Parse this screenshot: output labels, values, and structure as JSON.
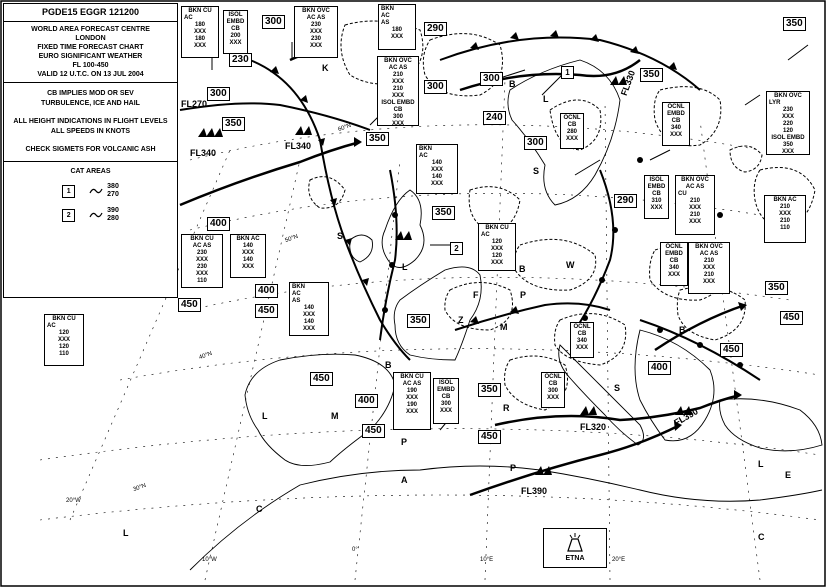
{
  "header": {
    "code": "PGDE15 EGGR 121200",
    "issuer_lines": [
      "WORLD AREA FORECAST CENTRE",
      "LONDON",
      "FIXED TIME FORECAST CHART",
      "EURO SIGNIFICANT WEATHER",
      "FL 100-450",
      "VALID 12 U.T.C. ON 13 JUL 2004"
    ],
    "cb_note_lines": [
      "CB IMPLIES MOD OR SEV",
      "TURBULENCE, ICE AND HAIL"
    ],
    "height_note_lines": [
      "ALL HEIGHT INDICATIONS IN FLIGHT LEVELS",
      "ALL SPEEDS IN KNOTS"
    ],
    "sigmet_note": "CHECK SIGMETS FOR VOLCANIC ASH"
  },
  "cat_areas": {
    "title": "CAT AREAS",
    "items": [
      {
        "id": "1",
        "top": "380",
        "base": "270"
      },
      {
        "id": "2",
        "top": "390",
        "base": "280"
      }
    ]
  },
  "tropopause_boxes": [
    "300",
    "290",
    "230",
    "300",
    "350",
    "240",
    "300",
    "300",
    "290",
    "350",
    "350",
    "400",
    "400",
    "450",
    "350",
    "450",
    "400",
    "450",
    "350",
    "450",
    "300",
    "400",
    "450",
    "450",
    "350",
    "350",
    "350",
    "450"
  ],
  "jet_labels": [
    "FL270",
    "FL340",
    "FL340",
    "FL330",
    "FL320",
    "FL390",
    "FL390"
  ],
  "pressure_centres": [
    "K",
    "B",
    "L",
    "L",
    "S",
    "B",
    "W",
    "F",
    "P",
    "Z",
    "M",
    "B",
    "L",
    "M",
    "R",
    "S",
    "S",
    "B",
    "P",
    "A",
    "C",
    "L",
    "L",
    "E",
    "C",
    "P"
  ],
  "cloud_boxes": [
    [
      "BKN CU",
      "AC",
      "180",
      "XXX",
      "180",
      "XXX"
    ],
    [
      "ISOL",
      "EMBD",
      "CB",
      "200",
      "XXX"
    ],
    [
      "BKN OVC",
      "AC AS",
      "230",
      "XXX",
      "230",
      "XXX"
    ],
    [
      "BKN",
      "AC",
      "AS",
      "180",
      "XXX"
    ],
    [
      "BKN OVC",
      "AC AS",
      "210",
      "XXX",
      "210",
      "XXX"
    ],
    [
      "ISOL EMBD",
      "CB",
      "300",
      "XXX"
    ],
    [
      "BKN",
      "AC",
      "140",
      "XXX",
      "140",
      "XXX"
    ],
    [
      "OCNL",
      "CB",
      "280",
      "XXX"
    ],
    [
      "OCNL",
      "EMBD",
      "CB",
      "340",
      "XXX"
    ],
    [
      "BKN OVC",
      "LYR",
      "230",
      "XXX",
      "220",
      "120",
      "ISOL EMBD",
      "350",
      "XXX"
    ],
    [
      "BKN CU",
      "AC AS",
      "230",
      "XXX",
      "230",
      "XXX",
      "110"
    ],
    [
      "BKN AC",
      "140",
      "XXX",
      "140",
      "XXX"
    ],
    [
      "BKN CU",
      "AC",
      "120",
      "XXX",
      "120",
      "XXX"
    ],
    [
      "ISOL",
      "EMBD",
      "CB",
      "310",
      "XXX"
    ],
    [
      "BKN OVC",
      "AC AS",
      "CU",
      "210",
      "XXX",
      "210",
      "XXX"
    ],
    [
      "BKN AC",
      "210",
      "XXX",
      "210",
      "110"
    ],
    [
      "OCNL",
      "EMBD",
      "CB",
      "340",
      "XXX"
    ],
    [
      "BKN OVC",
      "AC AS",
      "210",
      "XXX",
      "210",
      "XXX"
    ],
    [
      "BKN CU",
      "AC",
      "120",
      "XXX",
      "120",
      "110"
    ],
    [
      "BKN",
      "AC",
      "AS",
      "140",
      "XXX",
      "140",
      "XXX"
    ],
    [
      "OCNL",
      "CB",
      "340",
      "XXX"
    ],
    [
      "OCNL",
      "CB",
      "300",
      "XXX"
    ],
    [
      "BKN CU",
      "AC AS",
      "190",
      "XXX",
      "190",
      "XXX"
    ],
    [
      "ISOL",
      "EMBD",
      "CB",
      "300",
      "XXX"
    ]
  ],
  "cat_markers": [
    "1",
    "2"
  ],
  "lat_labels": [
    "60°N",
    "50°N",
    "40°N",
    "30°N"
  ],
  "lon_labels": [
    "20°W",
    "10°W",
    "0°",
    "10°E",
    "20°E"
  ],
  "volcano": {
    "name": "ETNA"
  }
}
